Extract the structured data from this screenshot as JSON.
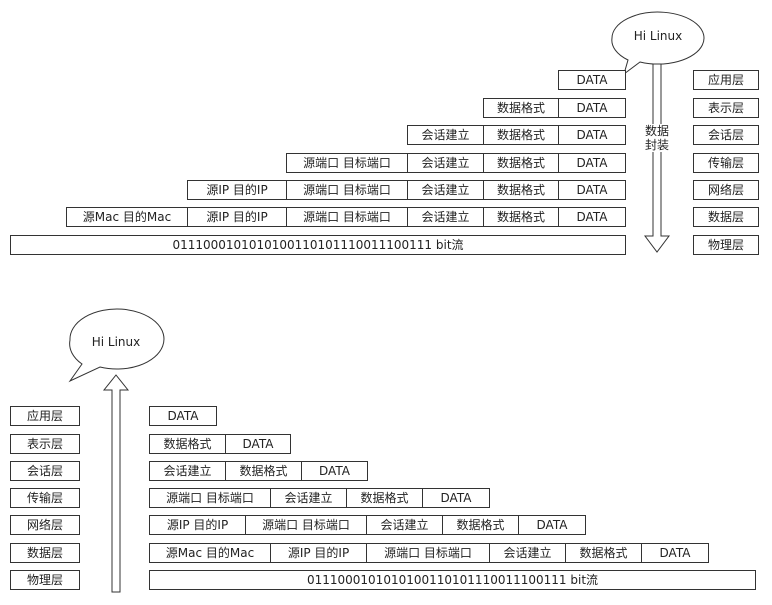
{
  "bubble_text": "Hi Linux",
  "encapsulation_label_lines": [
    "数据",
    "封装"
  ],
  "layers": [
    "应用层",
    "表示层",
    "会话层",
    "传输层",
    "网络层",
    "数据层",
    "物理层"
  ],
  "headers": {
    "data": "DATA",
    "format": "数据格式",
    "session": "会话建立",
    "ports": "源端口 目标端口",
    "ip": "源IP 目的IP",
    "mac": "源Mac 目的Mac"
  },
  "bitstream": "011100010101010011010111001110011​1 bit流"
}
